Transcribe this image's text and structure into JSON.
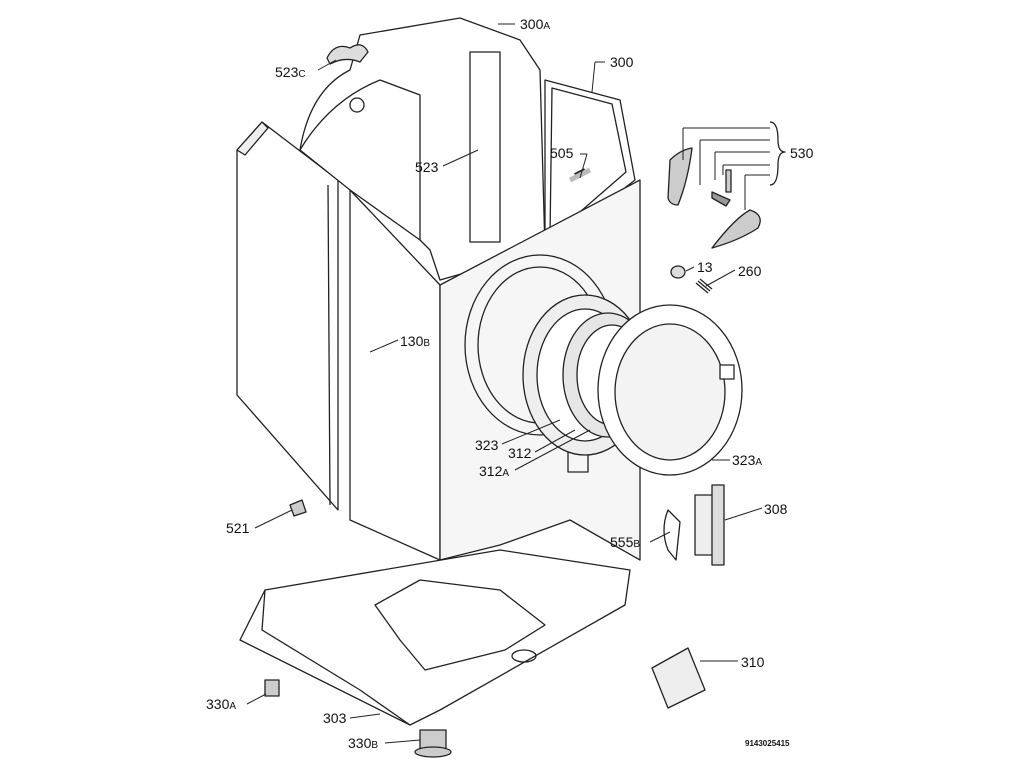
{
  "diagram": {
    "type": "exploded parts diagram",
    "document_number": "9143025415",
    "parts": [
      {
        "num": "300",
        "suffix": "A"
      },
      {
        "num": "300",
        "suffix": ""
      },
      {
        "num": "523",
        "suffix": "C"
      },
      {
        "num": "523",
        "suffix": ""
      },
      {
        "num": "505",
        "suffix": ""
      },
      {
        "num": "530",
        "suffix": ""
      },
      {
        "num": "13",
        "suffix": ""
      },
      {
        "num": "260",
        "suffix": ""
      },
      {
        "num": "130",
        "suffix": "B"
      },
      {
        "num": "323",
        "suffix": ""
      },
      {
        "num": "312",
        "suffix": ""
      },
      {
        "num": "312",
        "suffix": "A"
      },
      {
        "num": "323",
        "suffix": "A"
      },
      {
        "num": "521",
        "suffix": ""
      },
      {
        "num": "308",
        "suffix": ""
      },
      {
        "num": "555",
        "suffix": "B"
      },
      {
        "num": "310",
        "suffix": ""
      },
      {
        "num": "330",
        "suffix": "A"
      },
      {
        "num": "303",
        "suffix": ""
      },
      {
        "num": "330",
        "suffix": "B"
      }
    ]
  }
}
